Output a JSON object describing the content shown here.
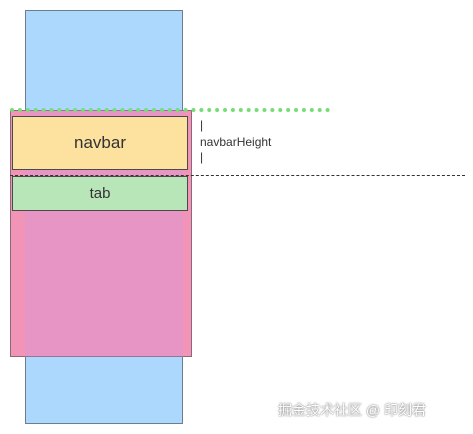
{
  "diagram": {
    "navbar_label": "navbar",
    "tab_label": "tab",
    "dimension_label": "navbarHeight",
    "dimension_bar": "|",
    "colors": {
      "phone": "#add8fe",
      "page": "#f293b8",
      "navbar": "#fde19f",
      "tab": "#b9e6b8",
      "dotted_line": "#77dd77",
      "dashed_line": "#333333"
    }
  },
  "watermark": {
    "text": "掘金技术社区 @ 印刻君"
  }
}
